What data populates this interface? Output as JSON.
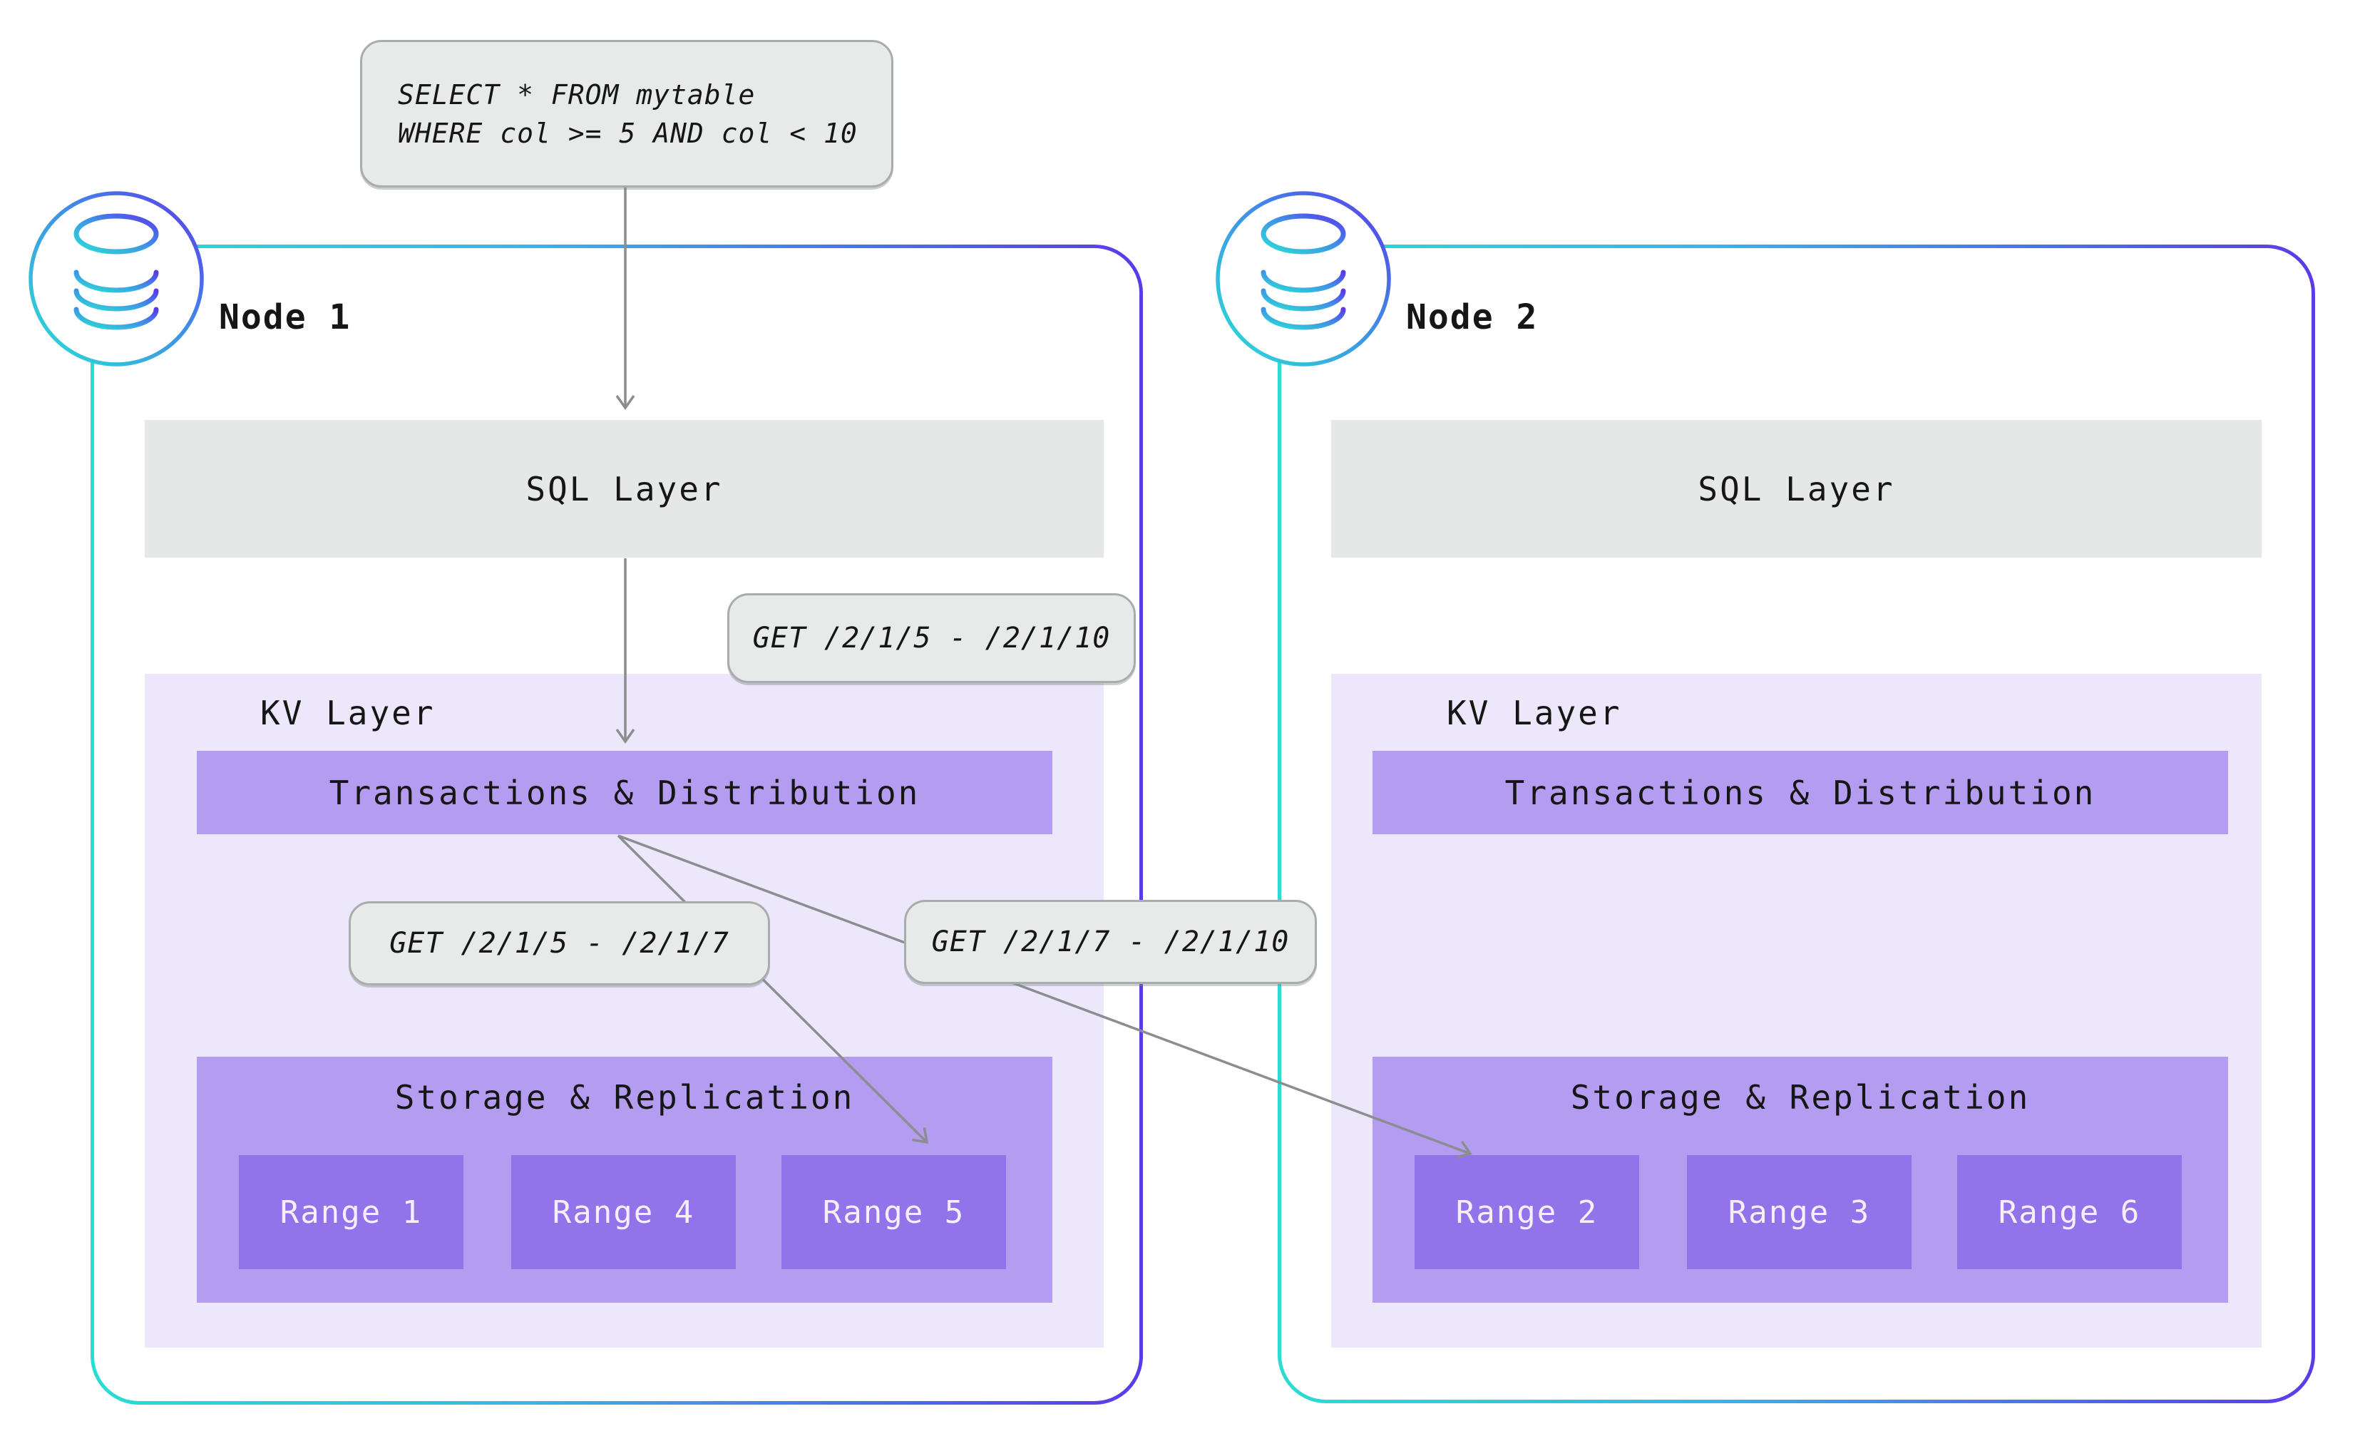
{
  "query_box": {
    "lines": [
      "SELECT * FROM mytable",
      "WHERE col >= 5 AND col < 10"
    ]
  },
  "get_labels": {
    "full": "GET /2/1/5 - /2/1/10",
    "left": "GET /2/1/5 - /2/1/7",
    "right": "GET /2/1/7 - /2/1/10"
  },
  "nodes": [
    {
      "title": "Node 1",
      "sql_layer_label": "SQL Layer",
      "kv_layer_label": "KV Layer",
      "transactions_label": "Transactions & Distribution",
      "storage_label": "Storage & Replication",
      "ranges": [
        "Range 1",
        "Range 4",
        "Range 5"
      ]
    },
    {
      "title": "Node 2",
      "sql_layer_label": "SQL Layer",
      "kv_layer_label": "KV Layer",
      "transactions_label": "Transactions & Distribution",
      "storage_label": "Storage & Replication",
      "ranges": [
        "Range 2",
        "Range 3",
        "Range 6"
      ]
    }
  ],
  "colors": {
    "gradient_teal": "#2bdcd2",
    "gradient_blue": "#38b4ee",
    "gradient_purple": "#5b3ae8",
    "sql_bar_gray": "#e5e8e6",
    "kv_background": "#ece7fa",
    "layer_bar_purple": "#b49df0",
    "range_purple": "#9273e9",
    "callout_gray": "#e8eae9",
    "callout_border": "#a7adad",
    "arrow_gray": "#8a8e90",
    "text_black": "#161616"
  }
}
